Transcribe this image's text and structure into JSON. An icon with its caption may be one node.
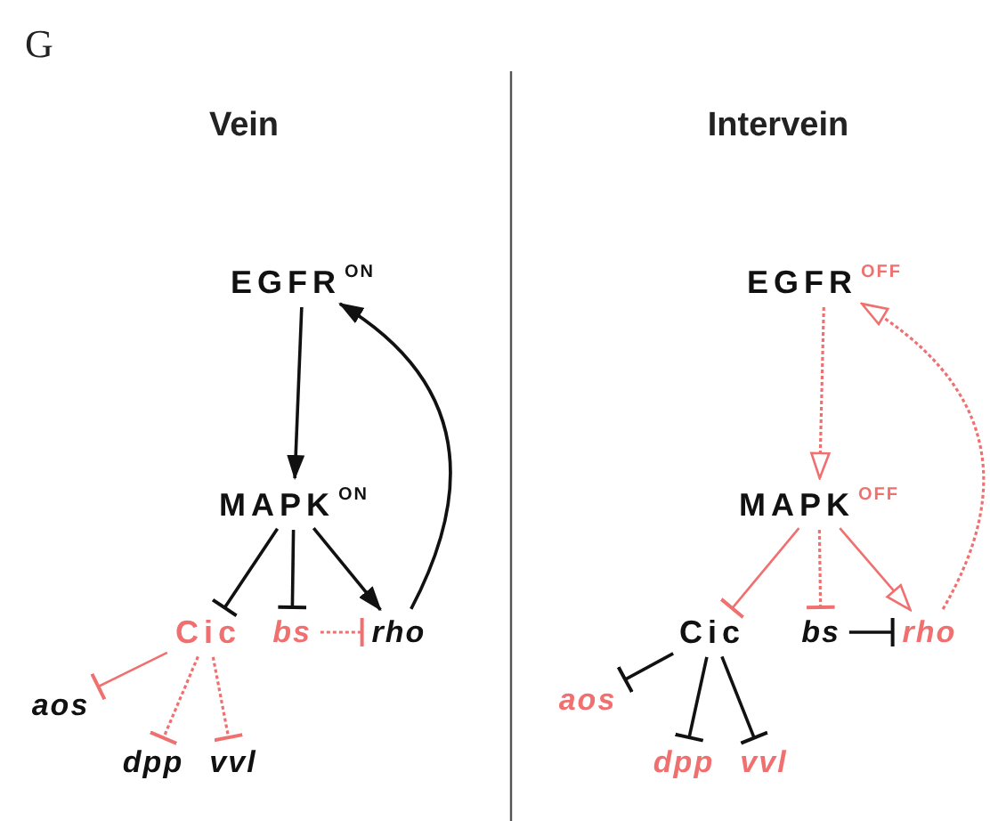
{
  "diagram": {
    "nodes": [
      {
        "text": [
          "EGFR$^{ON}$"
        ]
      },
      {
        "text": [
          "MAPK$^{ON}$"
        ]
      },
      {
        "text": [
          "Cic"
        ]
      },
      {
        "text": [
          "bs"
        ]
      },
      {
        "text": [
          "rho"
        ]
      },
      {
        "text": [
          "aos"
        ]
      },
      {
        "text": [
          "dpp"
        ]
      },
      {
        "text": [
          "vvl"
        ]
      },
      {
        "text": [
          "EGFR$^{OFF}$"
        ]
      },
      {
        "text": [
          "MAPK$^{OFF}$"
        ]
      },
      {
        "text": [
          "Cic"
        ]
      },
      {
        "text": [
          "bs"
        ]
      },
      {
        "text": [
          "rho"
        ]
      },
      {
        "text": [
          "aos"
        ]
      },
      {
        "text": [
          "dpp"
        ]
      },
      {
        "text": [
          "vvl"
        ]
      }
    ],
    "edges": [
      {
        "from": 0,
        "to": 1,
        "arrow": "to"
      },
      {
        "from": 4,
        "to": 0,
        "arrow": "to"
      },
      {
        "from": 1,
        "to": 2,
        "arrow": "other"
      },
      {
        "from": 1,
        "to": 3,
        "arrow": "other"
      },
      {
        "from": 1,
        "to": 4,
        "arrow": "to"
      },
      {
        "from": 3,
        "to": 4,
        "arrow": "other",
        "style": "dashed",
        "color": "#f07070"
      },
      {
        "from": 2,
        "to": 5,
        "arrow": "other",
        "color": "#f07070"
      },
      {
        "from": 2,
        "to": 6,
        "arrow": "other",
        "style": "dashed",
        "color": "#f07070"
      },
      {
        "from": 2,
        "to": 7,
        "arrow": "other",
        "style": "dashed",
        "color": "#f07070"
      },
      {
        "from": 8,
        "to": 9,
        "arrow": "to",
        "style": "dashed",
        "color": "#f07070"
      },
      {
        "from": 12,
        "to": 8,
        "arrow": "to",
        "style": "dashed",
        "color": "#f07070"
      },
      {
        "from": 9,
        "to": 10,
        "arrow": "other",
        "color": "#f07070"
      },
      {
        "from": 9,
        "to": 11,
        "arrow": "other",
        "style": "dashed",
        "color": "#f07070"
      },
      {
        "from": 9,
        "to": 12,
        "arrow": "to",
        "color": "#f07070"
      },
      {
        "from": 11,
        "to": 12,
        "arrow": "other"
      },
      {
        "from": 10,
        "to": 13,
        "arrow": "other"
      },
      {
        "from": 10,
        "to": 14,
        "arrow": "other"
      },
      {
        "from": 10,
        "to": 15,
        "arrow": "other"
      }
    ],
    "labels": [
      "G",
      "Vein",
      "Intervein"
    ]
  }
}
